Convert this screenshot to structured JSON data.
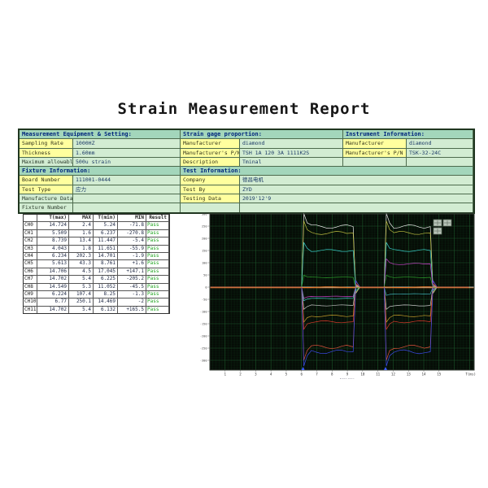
{
  "page": {
    "title": "Strain Measurement Report"
  },
  "equipment_table": {
    "sections": [
      {
        "title": "Measurement Equipment & Setting:",
        "rows": [
          {
            "label": "Sampling Rate",
            "value": "1000HZ",
            "label_bg": "yellow"
          },
          {
            "label": "Thickness",
            "value": "1.60mm",
            "label_bg": "yellow"
          },
          {
            "label": "Maximum allowable",
            "value": "500u strain",
            "label_bg": "green"
          }
        ]
      },
      {
        "title": "Strain gage proportion:",
        "rows": [
          {
            "label": "Manufacturer",
            "value": "diamond",
            "label_bg": "yellow"
          },
          {
            "label": "Manufacturer's P/N",
            "value": "TSH 1A 120 3A 1111K2S",
            "label_bg": "yellow"
          },
          {
            "label": "Description",
            "value": "Tminal",
            "label_bg": "yellow"
          }
        ]
      },
      {
        "title": "Instrument Information:",
        "rows": [
          {
            "label": "Manufacturer",
            "value": "diamond",
            "label_bg": "yellow"
          },
          {
            "label": "Manufacturer's P/N",
            "value": "TSK-32-24C",
            "label_bg": "yellow"
          },
          {
            "label": "",
            "value": "",
            "label_bg": "green"
          }
        ]
      }
    ]
  },
  "fixture_table": {
    "left": {
      "title": "Fixture Information:",
      "rows": [
        {
          "label": "Board Number",
          "value": "111001-0444",
          "label_bg": "yellow"
        },
        {
          "label": "Test Type",
          "value": "应力",
          "label_bg": "yellow"
        },
        {
          "label": "Manufacture Data",
          "value": "",
          "label_bg": "green"
        },
        {
          "label": "Fixture Number",
          "value": "",
          "label_bg": "green"
        }
      ]
    },
    "right": {
      "title": "Test Information:",
      "rows": [
        {
          "label": "Company",
          "value": "德昌电机",
          "label_bg": "yellow"
        },
        {
          "label": "Test By",
          "value": "ZYD",
          "label_bg": "yellow"
        },
        {
          "label": "Testing Data",
          "value": "2019'12'9",
          "label_bg": "yellow"
        },
        {
          "label": "",
          "value": "",
          "label_bg": "green"
        }
      ]
    }
  },
  "results_table": {
    "columns": [
      "",
      "T(max)",
      "MAX",
      "T(min)",
      "MIN",
      "Result"
    ],
    "rows": [
      {
        "ch": "CH0",
        "t_max": "14.724",
        "max": "2.4",
        "t_min": "5.24",
        "min": "-71.8",
        "result": "Pass"
      },
      {
        "ch": "CH1",
        "t_max": "5.509",
        "max": "1.6",
        "t_min": "6.237",
        "min": "-270.8",
        "result": "Pass"
      },
      {
        "ch": "CH2",
        "t_max": "8.739",
        "max": "13.4",
        "t_min": "11.447",
        "min": "-5.4",
        "result": "Pass"
      },
      {
        "ch": "CH3",
        "t_max": "4.043",
        "max": "1.8",
        "t_min": "11.651",
        "min": "-55.9",
        "result": "Pass"
      },
      {
        "ch": "CH4",
        "t_max": "6.234",
        "max": "202.3",
        "t_min": "14.701",
        "min": "-1.9",
        "result": "Pass"
      },
      {
        "ch": "CH5",
        "t_max": "5.613",
        "max": "43.3",
        "t_min": "8.761",
        "min": "+1.6",
        "result": "Pass"
      },
      {
        "ch": "CH6",
        "t_max": "14.706",
        "max": "4.5",
        "t_min": "17.045",
        "min": "+147.1",
        "result": "Pass"
      },
      {
        "ch": "CH7",
        "t_max": "14.702",
        "max": "5.4",
        "t_min": "6.225",
        "min": "-205.2",
        "result": "Pass"
      },
      {
        "ch": "CH8",
        "t_max": "14.549",
        "max": "5.3",
        "t_min": "11.052",
        "min": "-45.5",
        "result": "Pass"
      },
      {
        "ch": "CH9",
        "t_max": "6.224",
        "max": "107.4",
        "t_min": "8.25",
        "min": "-1.3",
        "result": "Pass"
      },
      {
        "ch": "CH10",
        "t_max": "6.77",
        "max": "250.1",
        "t_min": "14.469",
        "min": "-2",
        "result": "Pass"
      },
      {
        "ch": "CH11",
        "t_max": "14.702",
        "max": "5.4",
        "t_min": "6.132",
        "min": "+165.5",
        "result": "Pass"
      }
    ],
    "pass_color": "#1fa31f"
  },
  "chart_data": {
    "type": "line",
    "title": "",
    "xlabel": "T(ms)",
    "time_label": "time(ms)",
    "x_ticks": [
      1,
      2,
      3,
      4,
      5,
      6,
      7,
      8,
      9,
      10,
      11,
      12,
      13,
      14,
      15
    ],
    "xlim": [
      0,
      17.3
    ],
    "ylim": [
      -340,
      300
    ],
    "y_ticks": [
      300,
      250,
      200,
      150,
      100,
      50,
      0,
      -50,
      -100,
      -150,
      -200,
      -250,
      -300
    ],
    "grid": true,
    "legend": false,
    "background": "#060b06",
    "grid_major_color": "#1d5c2c",
    "grid_minor_color": "#0d2b15",
    "baseline_colors": [
      "#f5f0e8",
      "#ff8833"
    ],
    "pulses": [
      {
        "start": 6.05,
        "end": 9.5
      },
      {
        "start": 11.45,
        "end": 14.55
      }
    ],
    "series": [
      {
        "name": "trace-white",
        "color": "#ececec",
        "levels": [
          248,
          248
        ]
      },
      {
        "name": "trace-olive",
        "color": "#b9b93e",
        "levels": [
          222,
          222
        ]
      },
      {
        "name": "trace-cyan",
        "color": "#38c8c8",
        "levels": [
          150,
          150
        ]
      },
      {
        "name": "trace-magenta",
        "color": "#cc44cc",
        "levels": [
          -38,
          95
        ]
      },
      {
        "name": "trace-green",
        "color": "#2fa82f",
        "levels": [
          40,
          40
        ]
      },
      {
        "name": "trace-teal",
        "color": "#3fb4bc",
        "levels": [
          -46,
          -28
        ]
      },
      {
        "name": "trace-gray",
        "color": "#c6c6c6",
        "levels": [
          -75,
          -75
        ]
      },
      {
        "name": "trace-darkyellow",
        "color": "#c29b2a",
        "levels": [
          -118,
          -118
        ]
      },
      {
        "name": "trace-red",
        "color": "#d23a2a",
        "levels": [
          -142,
          -142
        ]
      },
      {
        "name": "trace-redlow",
        "color": "#e0523c",
        "levels": [
          -245,
          -245
        ]
      },
      {
        "name": "trace-blue",
        "color": "#3c4ae8",
        "levels": [
          -265,
          -265
        ]
      },
      {
        "name": "trace-baseline",
        "color": "#ff8833",
        "levels": [
          0,
          0
        ]
      }
    ],
    "corner_icons": [
      "grid-view-icon",
      "maximize-icon",
      "restore-icon"
    ],
    "marker_color": "#3b5bff",
    "marker_positions": [
      6.1,
      11.5
    ]
  }
}
